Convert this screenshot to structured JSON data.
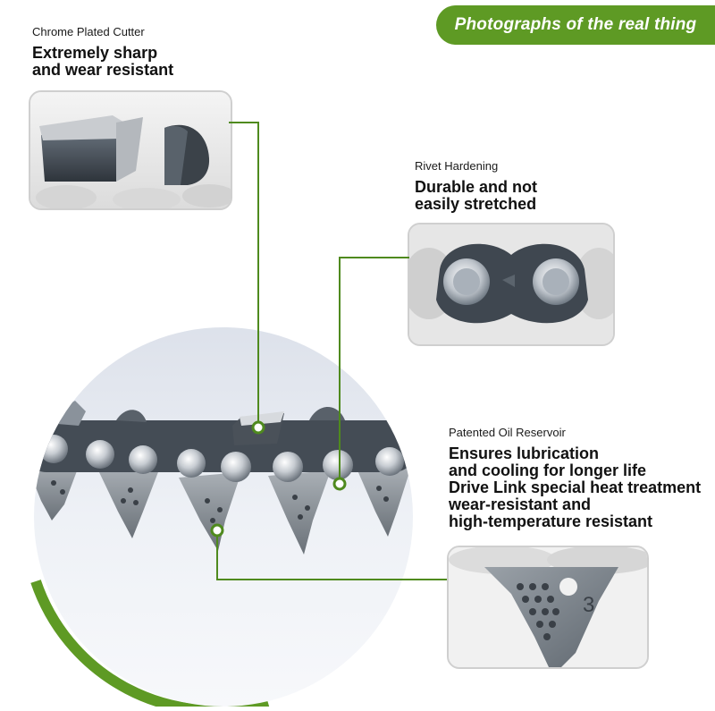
{
  "banner": {
    "text": "Photographs of the real thing"
  },
  "callouts": {
    "cutter": {
      "title": "Chrome Plated Cutter",
      "lines": [
        "Extremely sharp",
        "and wear resistant"
      ]
    },
    "rivet": {
      "title": "Rivet Hardening",
      "lines": [
        "Durable and not",
        "easily stretched"
      ]
    },
    "oil": {
      "title": "Patented Oil Reservoir",
      "lines": [
        "Ensures lubrication",
        "and cooling for longer life",
        "Drive Link special heat treatment",
        "wear-resistant and",
        "high-temperature resistant"
      ]
    }
  },
  "drive_link_number": "3",
  "colors": {
    "accent": "#5e9a24",
    "connector": "#4f8a1e"
  }
}
